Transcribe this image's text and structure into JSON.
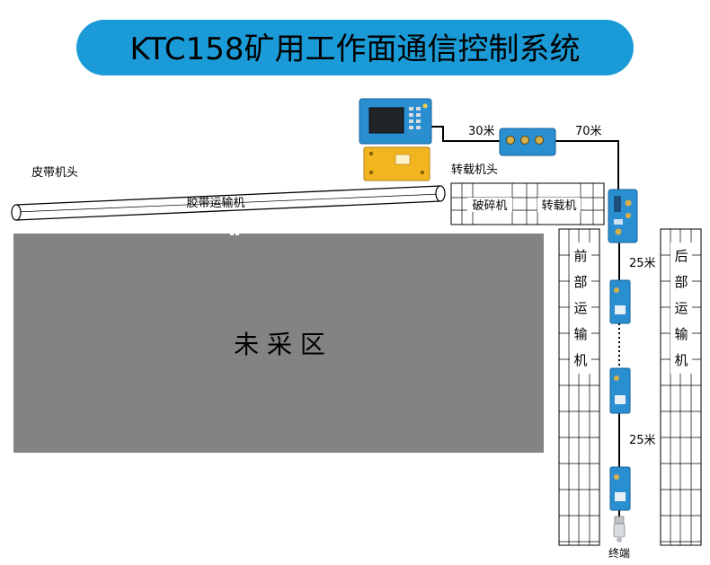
{
  "title": "KTC158矿用工作面通信控制系统",
  "belt_head_label": "皮带机头",
  "belt_conveyor_label": "胶带运输机",
  "transfer_head_label": "转载机头",
  "crusher_label": "破碎机",
  "transfer_label": "转载机",
  "unmined_area_label": "未 采 区",
  "front_conveyor_chars": [
    "前",
    "部",
    "运",
    "输",
    "机"
  ],
  "rear_conveyor_chars": [
    "后",
    "部",
    "运",
    "输",
    "机"
  ],
  "distance_labels": [
    "30米",
    "70米",
    "25米",
    "25米"
  ],
  "terminal_label": "终端",
  "colors": {
    "title_bg": "#1a9bd7",
    "device_blue": "#2a8fd1",
    "device_yellow": "#f3b51f",
    "unmined_gray": "#838383"
  }
}
